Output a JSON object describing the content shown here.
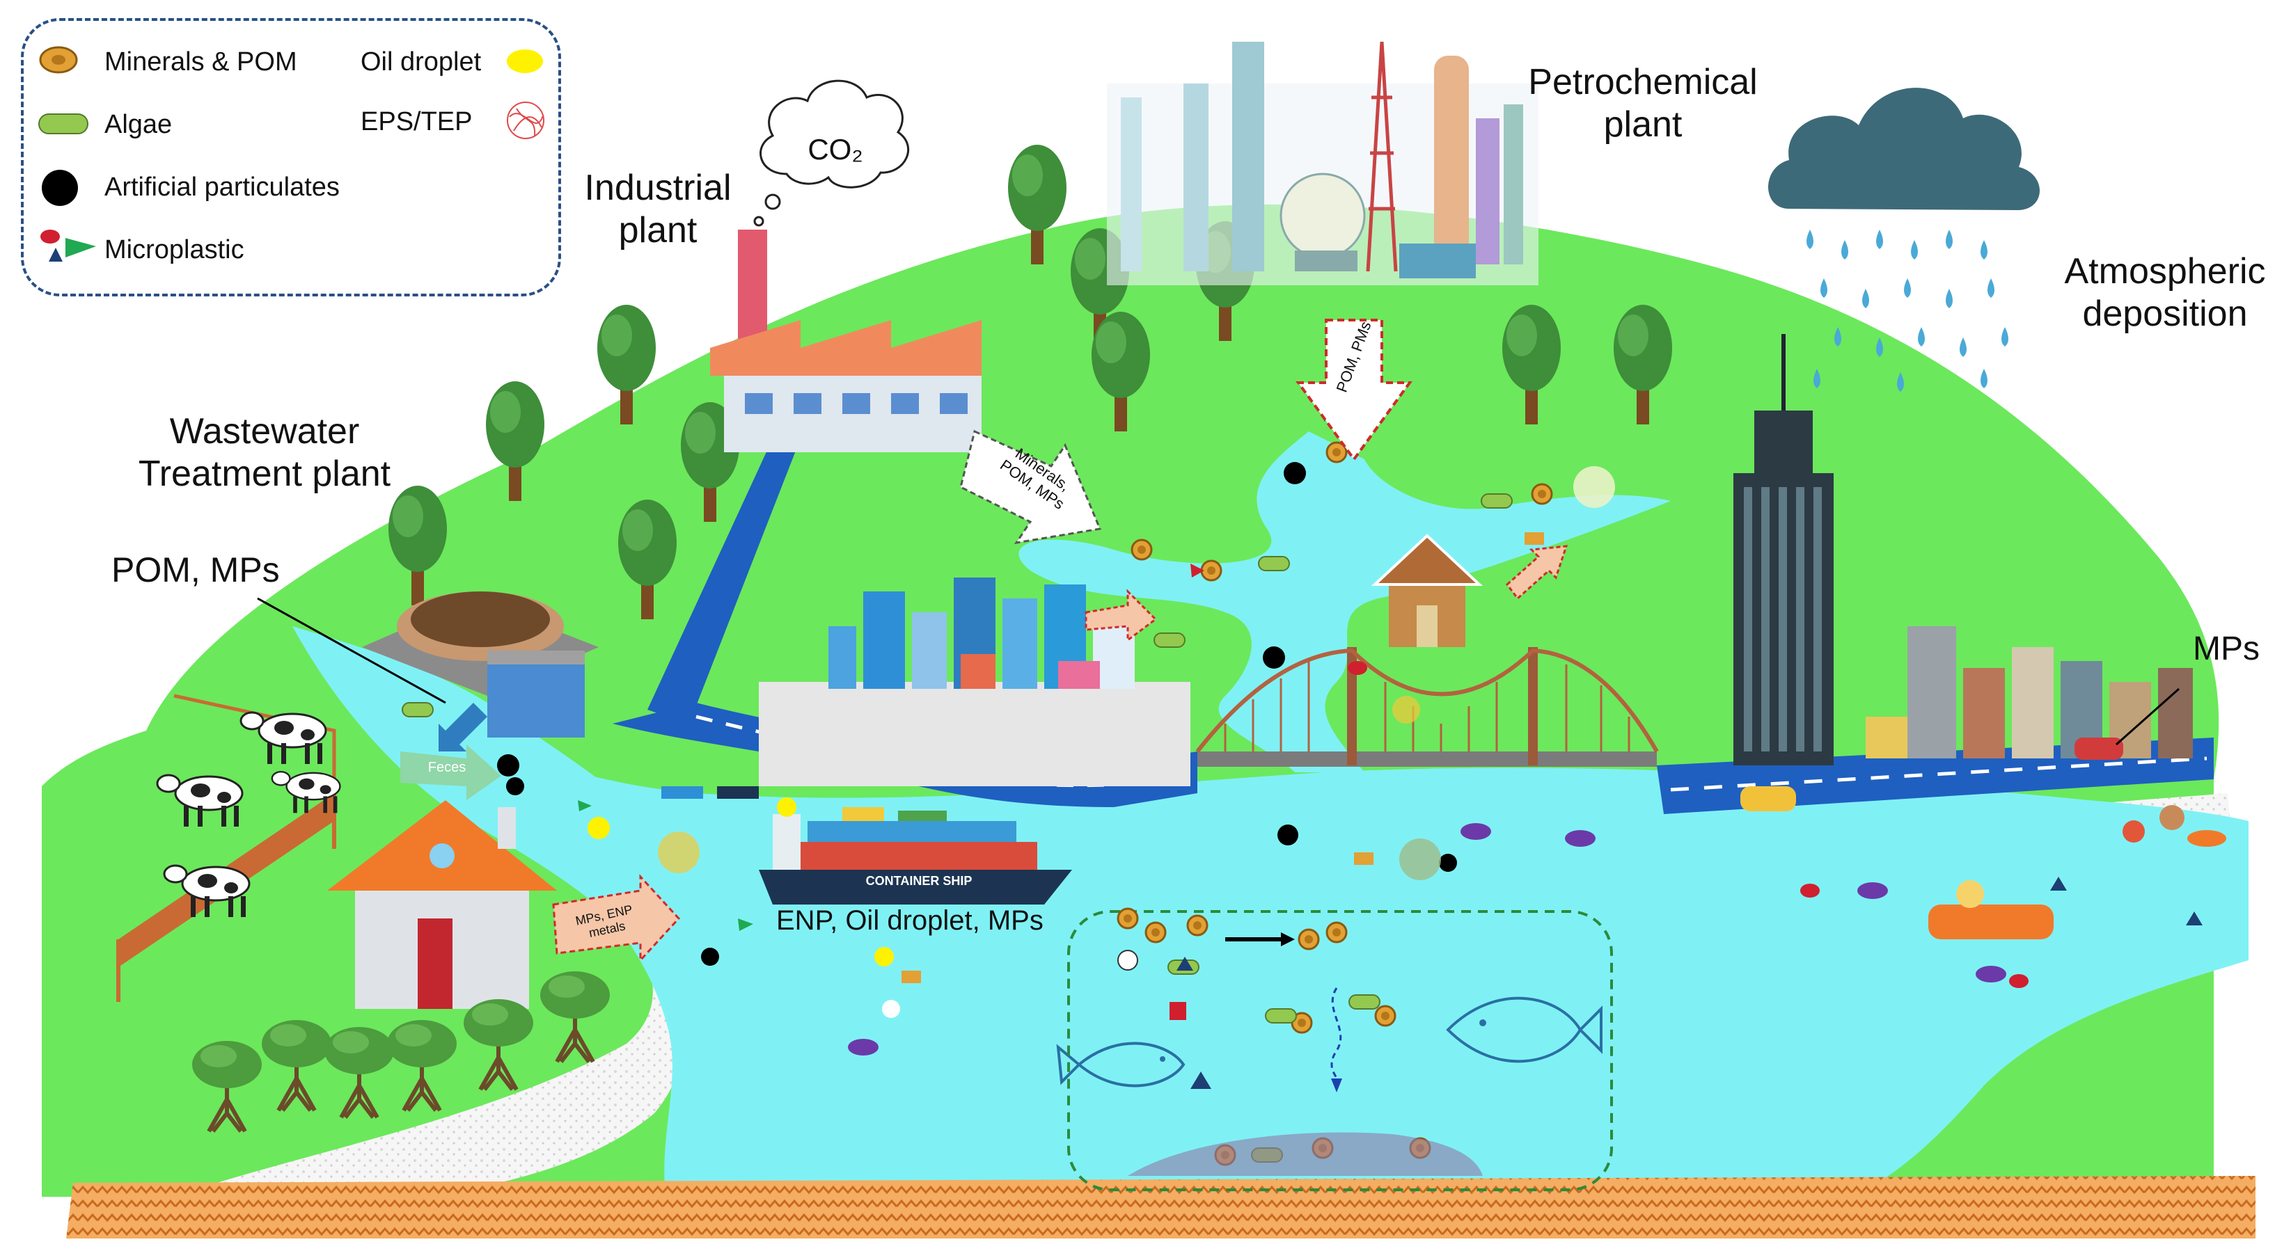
{
  "legend": {
    "minerals_pom": "Minerals & POM",
    "oil_droplet": "Oil droplet",
    "algae": "Algae",
    "eps_tep": "EPS/TEP",
    "artificial_particulates": "Artificial particulates",
    "microplastic": "Microplastic"
  },
  "labels": {
    "industrial_plant_1": "Industrial",
    "industrial_plant_2": "plant",
    "co2": "CO₂",
    "petrochemical_1": "Petrochemical",
    "petrochemical_2": "plant",
    "atmospheric_1": "Atmospheric",
    "atmospheric_2": "deposition",
    "wwtp_1": "Wastewater",
    "wwtp_2": "Treatment plant",
    "pom_mps": "POM, MPs",
    "mps_right": "MPs",
    "enp_oil_mps": "ENP, Oil droplet, MPs",
    "container_ship": "CONTAINER SHIP"
  },
  "arrows": {
    "minerals_1": "Minerals,",
    "minerals_2": "POM, MPs",
    "pom_pms": "POM, PMs",
    "feces": "Feces",
    "house_1": "MPs, ENP",
    "house_2": "metals"
  },
  "colors": {
    "land": "#6ce85c",
    "water": "#7ff1f5",
    "sediment": "#f1a55a",
    "road": "#1f5fc0",
    "mineral": "#e3a034",
    "algae": "#93c94f",
    "oil": "#fff200",
    "microplastic_red": "#d01f2f",
    "microplastic_blue": "#1d3f74",
    "microplastic_green": "#21a852",
    "mp_purple": "#6b3aa8"
  }
}
